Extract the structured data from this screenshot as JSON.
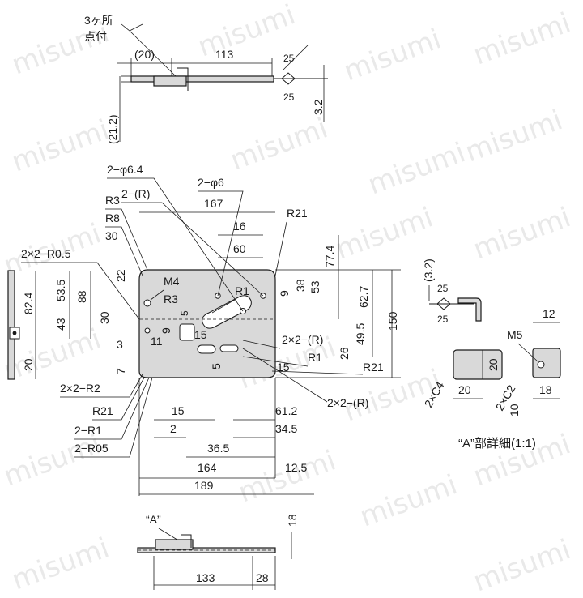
{
  "watermark": "misumi",
  "top_view": {
    "weld_note": [
      "3ヶ所",
      "点付"
    ],
    "dims": [
      "(20)",
      "113",
      "25",
      "25",
      "3.2",
      "(21.2)"
    ]
  },
  "main_view": {
    "callouts_left": [
      "2−φ6.4",
      "2−(R)",
      "2−φ6",
      "R3",
      "R8",
      "30",
      "2×2−R0.5",
      "M4",
      "R3"
    ],
    "dims_top": [
      "167",
      "16",
      "60",
      "R21",
      "77.4"
    ],
    "dims_right": [
      "9",
      "38",
      "53",
      "62.7",
      "R1",
      "49.5",
      "2×2−(R)",
      "26",
      "150",
      "R1",
      "R21"
    ],
    "dims_left_vertical": [
      "82.4",
      "53.5",
      "88",
      "30",
      "22",
      "43",
      "20",
      "7"
    ],
    "dims_inner": [
      "5",
      "9",
      "15",
      "11",
      "3",
      "5",
      "15"
    ],
    "callouts_bottom_left": [
      "2×2−R2",
      "R21",
      "2−R1",
      "2−R05"
    ],
    "dims_bottom": [
      "15",
      "2",
      "36.5",
      "61.2",
      "34.5",
      "164",
      "12.5",
      "189"
    ],
    "callout_bottom_right": "2×2−(R)"
  },
  "detail": {
    "dims": [
      "(3.2)",
      "25",
      "25",
      "12",
      "M5",
      "20",
      "2×C4",
      "20",
      "2×C2",
      "18",
      "10"
    ],
    "title": "“A”部詳細(1:1)"
  },
  "bottom_view": {
    "label": "“A”",
    "dims": [
      "18",
      "133",
      "28"
    ]
  }
}
